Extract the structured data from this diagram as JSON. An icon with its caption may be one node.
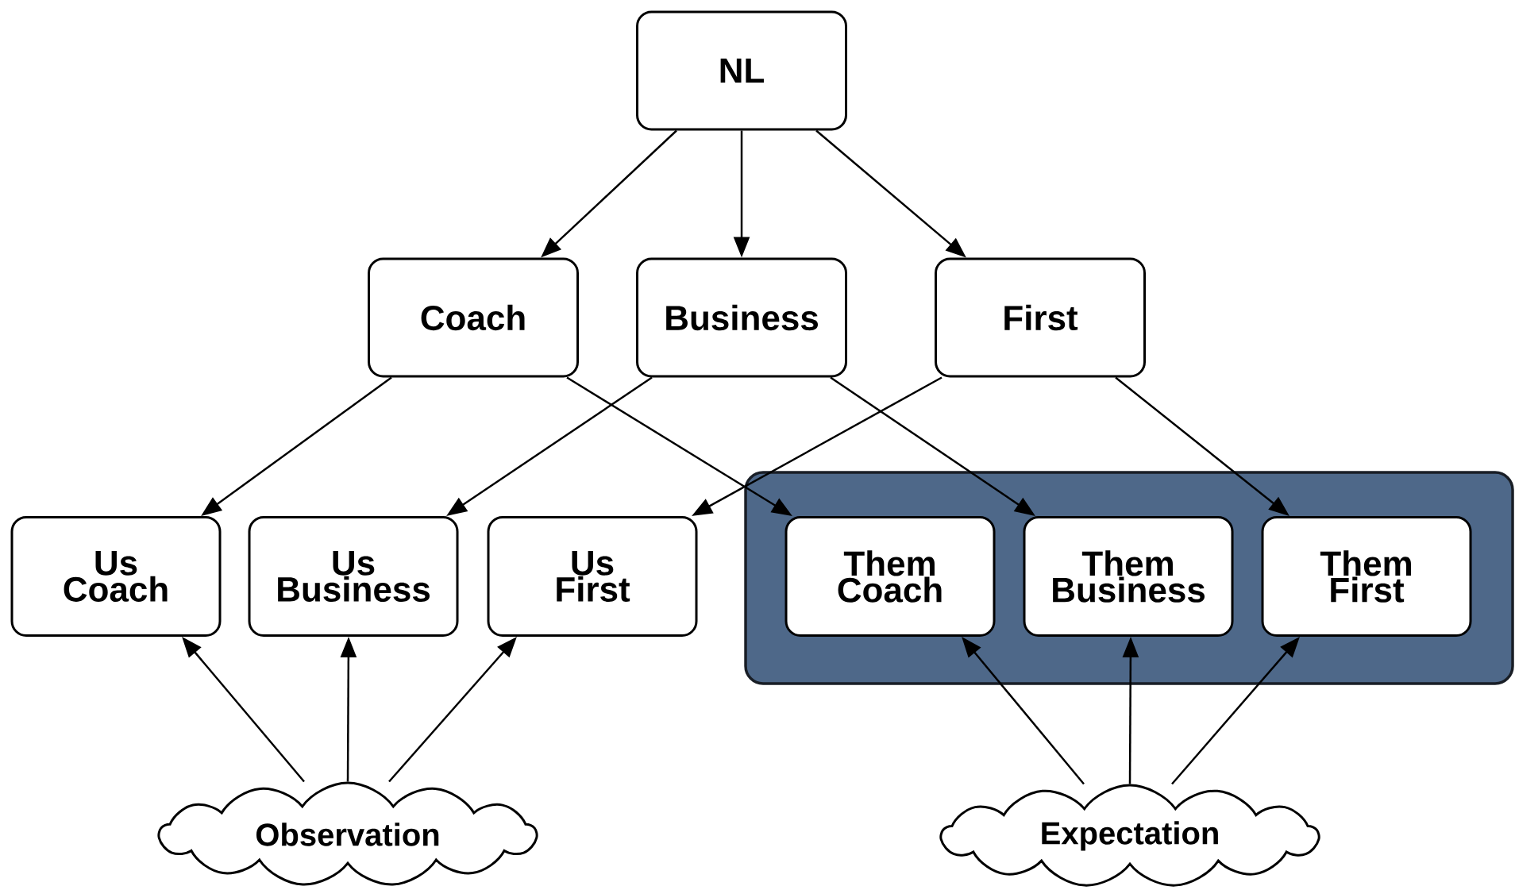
{
  "diagram": {
    "nodes": [
      {
        "text": [
          "NL"
        ]
      },
      {
        "text": [
          "Coach"
        ]
      },
      {
        "text": [
          "Business"
        ]
      },
      {
        "text": [
          "First"
        ]
      },
      {
        "text": [
          "Us Coach"
        ]
      },
      {
        "text": [
          "Us Business"
        ]
      },
      {
        "text": [
          "Us First"
        ]
      },
      {
        "text": [],
        "shape": "box"
      },
      {
        "text": [
          "Them Coach"
        ],
        "in": 7
      },
      {
        "text": [
          "Them Business"
        ],
        "in": 7
      },
      {
        "text": [
          "Them First"
        ],
        "in": 7
      },
      {
        "text": [
          "Observation"
        ]
      },
      {
        "text": [
          "Expectation"
        ]
      }
    ],
    "edges": [
      {
        "from": 0,
        "to": 1,
        "arrow": "to"
      },
      {
        "from": 0,
        "to": 2,
        "arrow": "to"
      },
      {
        "from": 0,
        "to": 3,
        "arrow": "to"
      },
      {
        "from": 1,
        "to": 4,
        "arrow": "to"
      },
      {
        "from": 1,
        "to": 8,
        "arrow": "to"
      },
      {
        "from": 2,
        "to": 5,
        "arrow": "to"
      },
      {
        "from": 2,
        "to": 9,
        "arrow": "to"
      },
      {
        "from": 3,
        "to": 6,
        "arrow": "to"
      },
      {
        "from": 3,
        "to": 10,
        "arrow": "to"
      },
      {
        "from": 11,
        "to": 4,
        "arrow": "to"
      },
      {
        "from": 11,
        "to": 5,
        "arrow": "to"
      },
      {
        "from": 11,
        "to": 6,
        "arrow": "to"
      },
      {
        "from": 12,
        "to": 8,
        "arrow": "to"
      },
      {
        "from": 12,
        "to": 9,
        "arrow": "to"
      },
      {
        "from": 12,
        "to": 10,
        "arrow": "to"
      }
    ]
  }
}
